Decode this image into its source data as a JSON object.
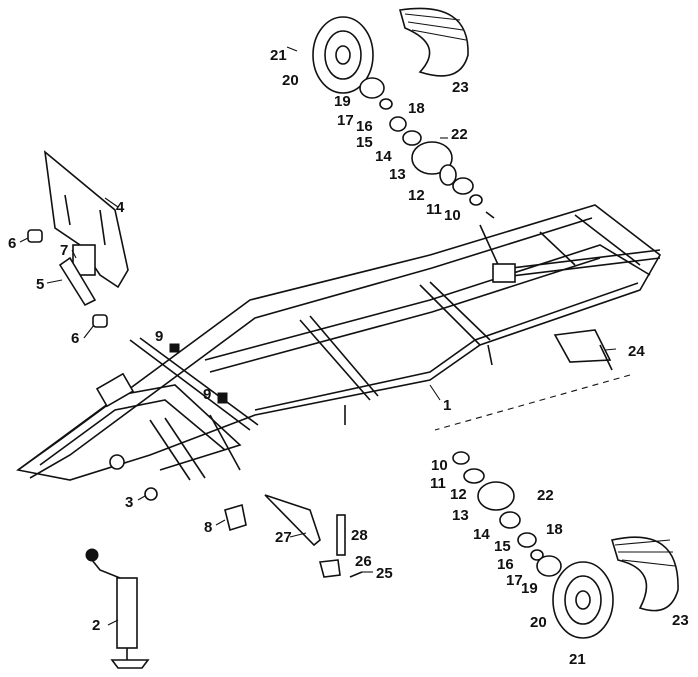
{
  "diagram": {
    "type": "exploded-parts-view",
    "callouts": [
      {
        "id": "c1",
        "label": "1"
      },
      {
        "id": "c2",
        "label": "2"
      },
      {
        "id": "c3",
        "label": "3"
      },
      {
        "id": "c4",
        "label": "4"
      },
      {
        "id": "c5",
        "label": "5"
      },
      {
        "id": "c6a",
        "label": "6"
      },
      {
        "id": "c6b",
        "label": "6"
      },
      {
        "id": "c7",
        "label": "7"
      },
      {
        "id": "c8",
        "label": "8"
      },
      {
        "id": "c9a",
        "label": "9"
      },
      {
        "id": "c9b",
        "label": "9"
      },
      {
        "id": "c10a",
        "label": "10"
      },
      {
        "id": "c10b",
        "label": "10"
      },
      {
        "id": "c11a",
        "label": "11"
      },
      {
        "id": "c11b",
        "label": "11"
      },
      {
        "id": "c12a",
        "label": "12"
      },
      {
        "id": "c12b",
        "label": "12"
      },
      {
        "id": "c13a",
        "label": "13"
      },
      {
        "id": "c13b",
        "label": "13"
      },
      {
        "id": "c14a",
        "label": "14"
      },
      {
        "id": "c14b",
        "label": "14"
      },
      {
        "id": "c15a",
        "label": "15"
      },
      {
        "id": "c15b",
        "label": "15"
      },
      {
        "id": "c16a",
        "label": "16"
      },
      {
        "id": "c16b",
        "label": "16"
      },
      {
        "id": "c17a",
        "label": "17"
      },
      {
        "id": "c17b",
        "label": "17"
      },
      {
        "id": "c18a",
        "label": "18"
      },
      {
        "id": "c18b",
        "label": "18"
      },
      {
        "id": "c19a",
        "label": "19"
      },
      {
        "id": "c19b",
        "label": "19"
      },
      {
        "id": "c20a",
        "label": "20"
      },
      {
        "id": "c20b",
        "label": "20"
      },
      {
        "id": "c21a",
        "label": "21"
      },
      {
        "id": "c21b",
        "label": "21"
      },
      {
        "id": "c22a",
        "label": "22"
      },
      {
        "id": "c22b",
        "label": "22"
      },
      {
        "id": "c23a",
        "label": "23"
      },
      {
        "id": "c23b",
        "label": "23"
      },
      {
        "id": "c24",
        "label": "24"
      },
      {
        "id": "c25",
        "label": "25"
      },
      {
        "id": "c26",
        "label": "26"
      },
      {
        "id": "c27",
        "label": "27"
      },
      {
        "id": "c28",
        "label": "28"
      }
    ]
  }
}
